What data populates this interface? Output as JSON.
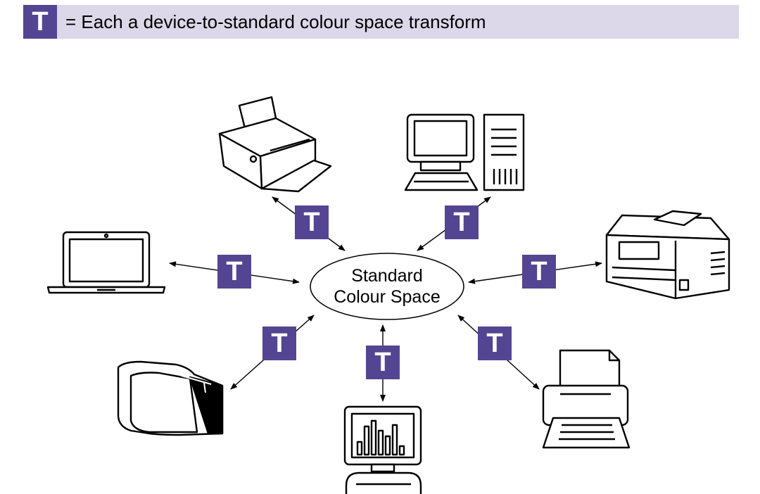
{
  "legend": {
    "badge_letter": "T",
    "text": "= Each a device-to-standard colour space transform"
  },
  "center": {
    "line1": "Standard",
    "line2": "Colour Space"
  },
  "transform_letter": "T",
  "colors": {
    "badge": "#544593",
    "legend_bg": "#dcd7e9",
    "line": "#000000"
  },
  "devices": [
    {
      "name": "inkjet-printer-icon"
    },
    {
      "name": "desktop-computer-icon"
    },
    {
      "name": "laptop-icon"
    },
    {
      "name": "laser-printer-icon"
    },
    {
      "name": "scanner-icon"
    },
    {
      "name": "monitor-icon"
    },
    {
      "name": "office-printer-icon"
    }
  ]
}
